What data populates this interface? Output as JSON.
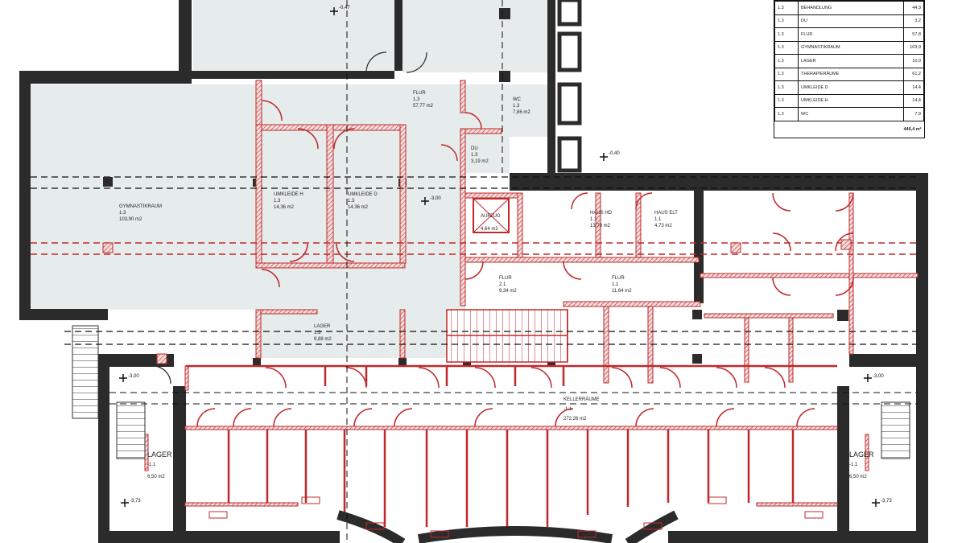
{
  "legend": {
    "rows": [
      {
        "level": "1.3",
        "name": "BEHANDLUNG",
        "area": "44,3"
      },
      {
        "level": "1.3",
        "name": "DU",
        "area": "3,2"
      },
      {
        "level": "1.3",
        "name": "FLUR",
        "area": "57,8"
      },
      {
        "level": "1.3",
        "name": "GYMNASTIKRAUM",
        "area": "103,9"
      },
      {
        "level": "1.3",
        "name": "LAGER",
        "area": "10,0"
      },
      {
        "level": "1.3",
        "name": "THERAPIERÄUME",
        "area": "61,2"
      },
      {
        "level": "1.3",
        "name": "UMKLEIDE D",
        "area": "14,4"
      },
      {
        "level": "1.3",
        "name": "UMKLEIDE H",
        "area": "14,4"
      },
      {
        "level": "1.3",
        "name": "WC",
        "area": "7,9"
      }
    ],
    "total": "446,4 m²"
  },
  "rooms": [
    {
      "id": "gymnastikraum",
      "name": "GYMNASTIKRAUM",
      "level": "1.3",
      "area": "103,90 m2"
    },
    {
      "id": "umkleide-h",
      "name": "UMKLEIDE H",
      "level": "1.3",
      "area": "14,36 m2"
    },
    {
      "id": "umkleide-d",
      "name": "UMKLEIDE D",
      "level": "1.3",
      "area": "14,36 m2"
    },
    {
      "id": "flur-upper",
      "name": "FLUR",
      "level": "1.3",
      "area": "57,77 m2"
    },
    {
      "id": "wc",
      "name": "WC",
      "level": "1.3",
      "area": "7,86 m2"
    },
    {
      "id": "du",
      "name": "DU",
      "level": "1.3",
      "area": "3,19 m2"
    },
    {
      "id": "aufzug",
      "name": "AUFZUG",
      "level": "",
      "area": "4,64 m2"
    },
    {
      "id": "haus-hd",
      "name": "HAUS HD",
      "level": "1.1",
      "area": "13,73 m2"
    },
    {
      "id": "haus-elt",
      "name": "HAUS ELT",
      "level": "1.1",
      "area": "4,73 m2"
    },
    {
      "id": "flur-2",
      "name": "FLUR",
      "level": "2.1",
      "area": "9,34 m2"
    },
    {
      "id": "flur-1",
      "name": "FLUR",
      "level": "1.1",
      "area": "11,64 m2"
    },
    {
      "id": "lager-upper",
      "name": "LAGER",
      "level": "1.3",
      "area": "9,88 m2"
    },
    {
      "id": "kellerraeume",
      "name": "KELLERRÄUME",
      "level": "-1.1",
      "area": "272,26 m2"
    },
    {
      "id": "lager-left",
      "name": "LAGER",
      "level": "-1.1",
      "area": "6,50 m2"
    },
    {
      "id": "lager-right",
      "name": "LAGER",
      "level": "-1.1",
      "area": "6,50 m2"
    }
  ],
  "elevations": [
    {
      "id": "e-top",
      "value": "-0,47"
    },
    {
      "id": "e-right",
      "value": "-0,40"
    },
    {
      "id": "e-center",
      "value": "-3,00"
    },
    {
      "id": "e-left-mid",
      "value": "-3,00"
    },
    {
      "id": "e-right-mid",
      "value": "-3,00"
    },
    {
      "id": "e-left-bot",
      "value": "-3,73"
    },
    {
      "id": "e-right-bot",
      "value": "-3,73"
    }
  ],
  "colors": {
    "wall": "#2b2b2b",
    "new_wall": "#c0282a",
    "room_fill": "#e6ecec",
    "hatch": "#d47a7a"
  }
}
